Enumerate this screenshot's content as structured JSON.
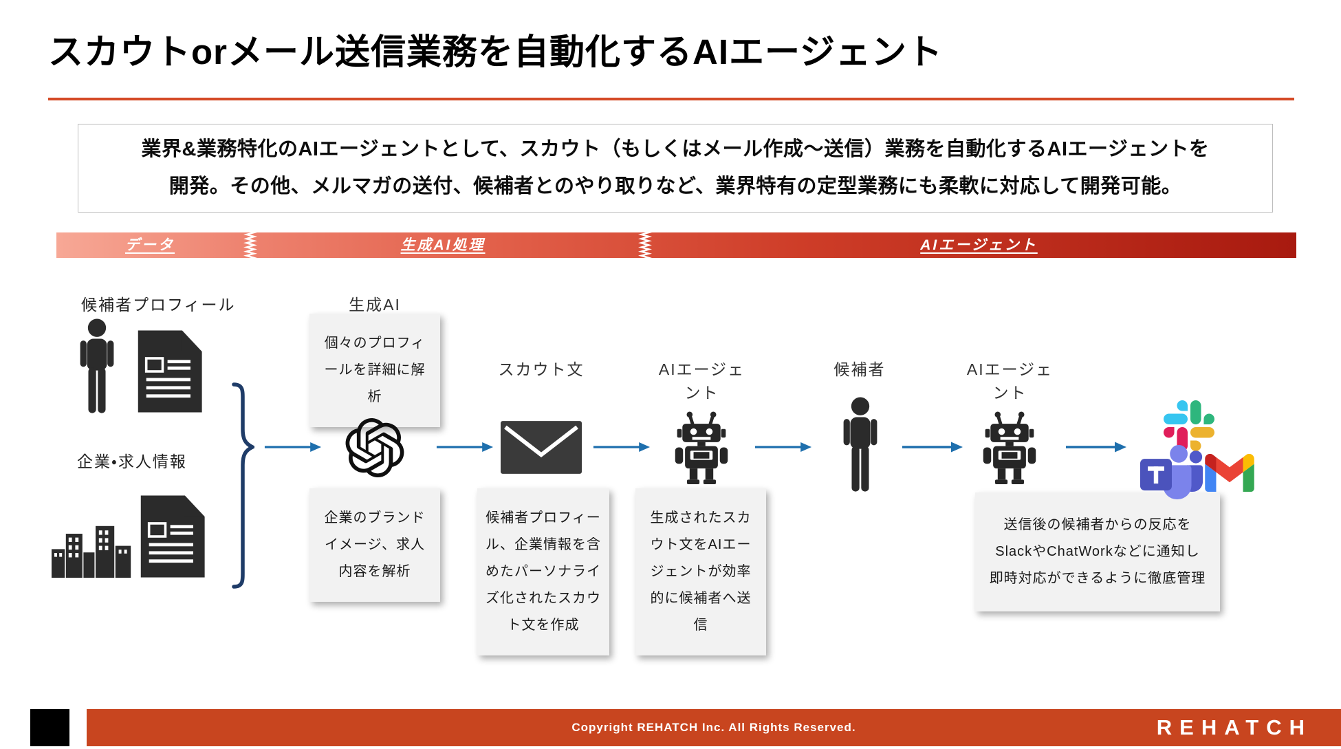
{
  "title": "スカウトorメール送信業務を自動化するAIエージェント",
  "description": {
    "line1": "業界&業務特化のAIエージェントとして、スカウト（もしくはメール作成〜送信）業務を自動化するAIエージェントを",
    "line2": "開発。その他、メルマガの送付、候補者とのやり取りなど、業界特有の定型業務にも柔軟に対応して開発可能。"
  },
  "banner": {
    "sections": [
      {
        "label": "データ"
      },
      {
        "label": "生成AI処理"
      },
      {
        "label": "AIエージェント"
      }
    ]
  },
  "flow": {
    "inputs": [
      {
        "label": "候補者プロフィール",
        "icons": [
          "person-icon",
          "document-icon"
        ]
      },
      {
        "label": "企業・求人情報",
        "icons": [
          "buildings-icon",
          "document-icon"
        ]
      }
    ],
    "steps": [
      {
        "label": "生成AI",
        "icon": "openai-logo",
        "note_above": "個々のプロフィールを詳細に解析",
        "note_below": "企業のブランドイメージ、求人内容を解析"
      },
      {
        "label": "スカウト文",
        "icon": "envelope-icon",
        "note_below": "候補者プロフィール、企業情報を含めたパーソナライズ化されたスカウト文を作成"
      },
      {
        "label": "AIエージェント",
        "icon": "robot-icon",
        "note_below": "生成されたスカウト文をAIエージェントが効率的に候補者へ送信"
      },
      {
        "label": "候補者",
        "icon": "person-icon"
      },
      {
        "label": "AIエージェント",
        "icon": "robot-icon",
        "note_below": "送信後の候補者からの反応をSlackやChatWorkなどに通知し即時対応ができるように徹底管理"
      }
    ],
    "output_icons": [
      "slack-logo",
      "teams-logo",
      "gmail-logo"
    ]
  },
  "footer": {
    "copyright": "Copyright REHATCH Inc. All Rights Reserved.",
    "logo": "REHATCH"
  },
  "colors": {
    "title_rule": "#D44A26",
    "banner_gradient_start": "#F7A896",
    "banner_gradient_end": "#A81A0F",
    "arrow": "#1E6FAD",
    "brace": "#1F3C68",
    "note_background": "#F2F2F2",
    "icon_dark": "#2B2B2B",
    "footer_bar": "#C8451F"
  }
}
